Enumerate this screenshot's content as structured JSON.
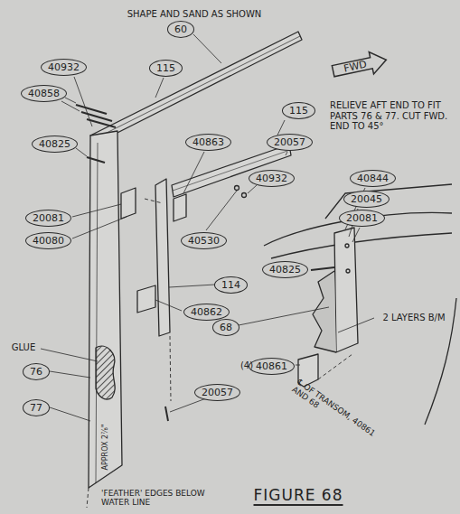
{
  "diagram": {
    "title": "FIGURE 68",
    "nodes": [
      {
        "text": [
          "60"
        ]
      },
      {
        "text": [
          "FWD"
        ]
      },
      {
        "text": [
          "40932"
        ]
      },
      {
        "text": [
          "115"
        ]
      },
      {
        "text": [
          "40858"
        ]
      },
      {
        "text": [
          "115"
        ]
      },
      {
        "text": [
          "40825"
        ]
      },
      {
        "text": [
          "40863"
        ]
      },
      {
        "text": [
          "20057"
        ]
      },
      {
        "text": [
          "40932"
        ]
      },
      {
        "text": [
          "40844"
        ]
      },
      {
        "text": [
          "20045"
        ]
      },
      {
        "text": [
          "20081"
        ]
      },
      {
        "text": [
          "20081"
        ]
      },
      {
        "text": [
          "40080"
        ]
      },
      {
        "text": [
          "40530"
        ]
      },
      {
        "text": [
          "40825"
        ]
      },
      {
        "text": [
          "114"
        ]
      },
      {
        "text": [
          "40862"
        ]
      },
      {
        "text": [
          "68"
        ]
      },
      {
        "text": [
          "40861"
        ]
      },
      {
        "text": [
          "76"
        ]
      },
      {
        "text": [
          "20057"
        ]
      },
      {
        "text": [
          "77"
        ]
      }
    ],
    "labels": [
      "SHAPE AND SAND AS SHOWN",
      "RELIEVE AFT END TO FIT PARTS 76 & 77. CUT FWD. END TO 45°",
      "GLUE",
      "2 LAYERS B/M",
      "(4)",
      "℄ OF TRANSOM, 40861 AND 68",
      "APPROX 2⅞\"",
      "'FEATHER' EDGES BELOW WATER LINE"
    ]
  }
}
